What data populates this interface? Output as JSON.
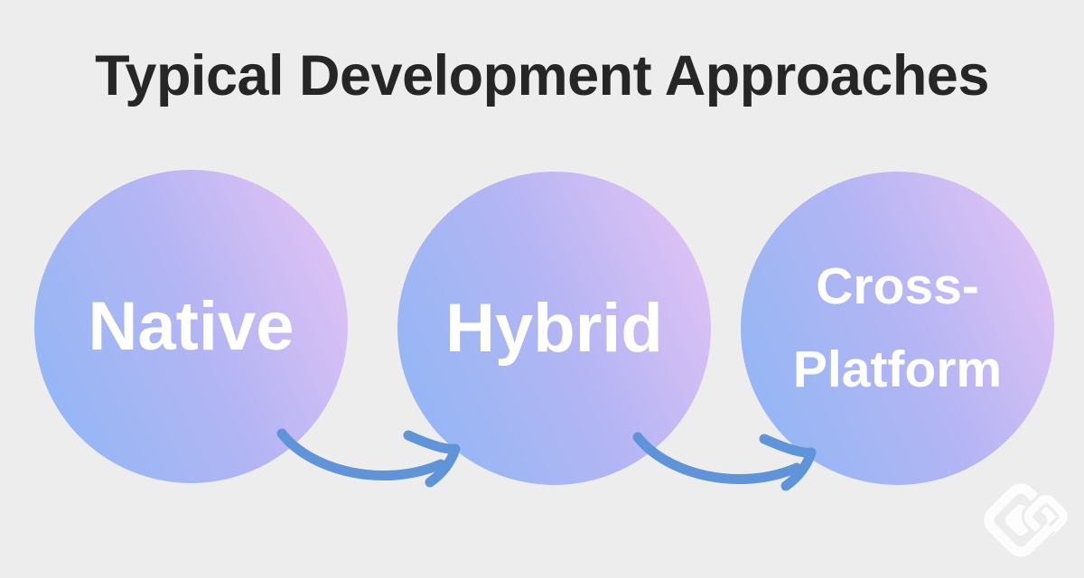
{
  "title": "Typical Development Approaches",
  "stages": [
    {
      "label": "Native",
      "lines": [
        "Native"
      ]
    },
    {
      "label": "Hybrid",
      "lines": [
        "Hybrid"
      ]
    },
    {
      "label": "Cross-Platform",
      "lines": [
        "Cross-",
        "Platform"
      ]
    }
  ],
  "arrows": [
    {
      "from": "Native",
      "to": "Hybrid"
    },
    {
      "from": "Hybrid",
      "to": "Cross-Platform"
    }
  ],
  "logo": {
    "icon": "interlocked-diamonds-logo"
  },
  "colors": {
    "background": "#ededed",
    "title": "#262626",
    "circle_text": "#ffffff",
    "gradient_start": "#8db7f5",
    "gradient_mid": "#b4b5f4",
    "gradient_end": "#e9c5f4",
    "arrow": "#6094d9",
    "logo": "#fdfdfd"
  }
}
